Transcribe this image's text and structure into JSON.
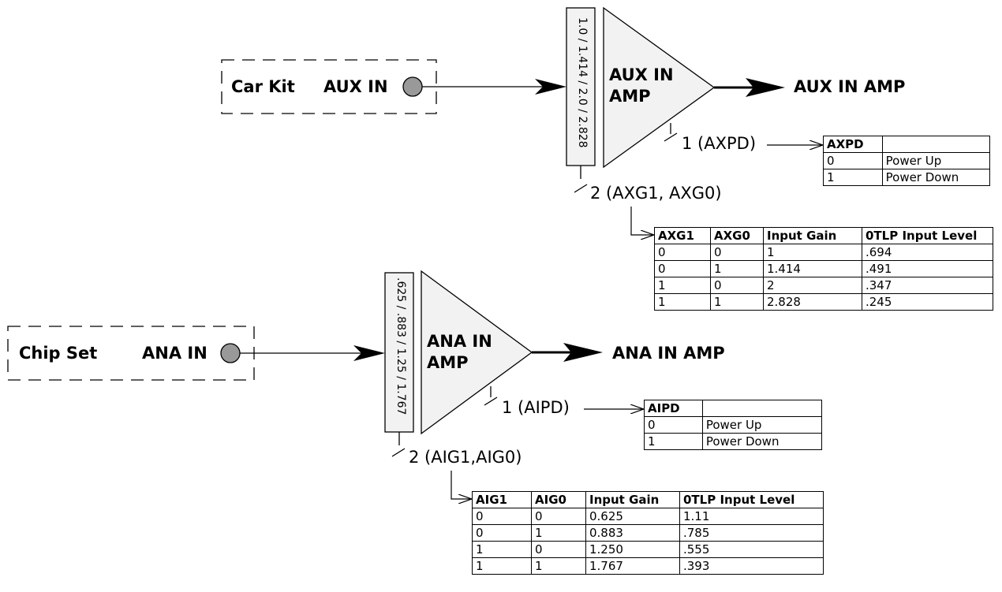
{
  "aux": {
    "source": "Car Kit",
    "input": "AUX IN",
    "amp_line1": "AUX IN",
    "amp_line2": "AMP",
    "output": "AUX IN AMP",
    "gain_steps": "1.0 / 1.414 / 2.0 / 2.828",
    "pd_label": "1 (AXPD)",
    "gain_bits_label": "2 (AXG1, AXG0)",
    "pd_table": {
      "header": [
        "AXPD",
        ""
      ],
      "rows": [
        [
          "0",
          "Power Up"
        ],
        [
          "1",
          "Power Down"
        ]
      ]
    },
    "gain_table": {
      "header": [
        "AXG1",
        "AXG0",
        "Input Gain",
        "0TLP Input Level"
      ],
      "rows": [
        [
          "0",
          "0",
          "1",
          ".694"
        ],
        [
          "0",
          "1",
          "1.414",
          ".491"
        ],
        [
          "1",
          "0",
          "2",
          ".347"
        ],
        [
          "1",
          "1",
          "2.828",
          ".245"
        ]
      ]
    }
  },
  "ana": {
    "source": "Chip Set",
    "input": "ANA IN",
    "amp_line1": "ANA IN",
    "amp_line2": "AMP",
    "output": "ANA IN AMP",
    "gain_steps": ".625 / .883 / 1.25 / 1.767",
    "pd_label": "1 (AIPD)",
    "gain_bits_label": "2 (AIG1,AIG0)",
    "pd_table": {
      "header": [
        "AIPD",
        ""
      ],
      "rows": [
        [
          "0",
          "Power Up"
        ],
        [
          "1",
          "Power Down"
        ]
      ]
    },
    "gain_table": {
      "header": [
        "AIG1",
        "AIG0",
        "Input Gain",
        "0TLP Input Level"
      ],
      "rows": [
        [
          "0",
          "0",
          "0.625",
          "1.11"
        ],
        [
          "0",
          "1",
          "0.883",
          ".785"
        ],
        [
          "1",
          "0",
          "1.250",
          ".555"
        ],
        [
          "1",
          "1",
          "1.767",
          ".393"
        ]
      ]
    }
  }
}
